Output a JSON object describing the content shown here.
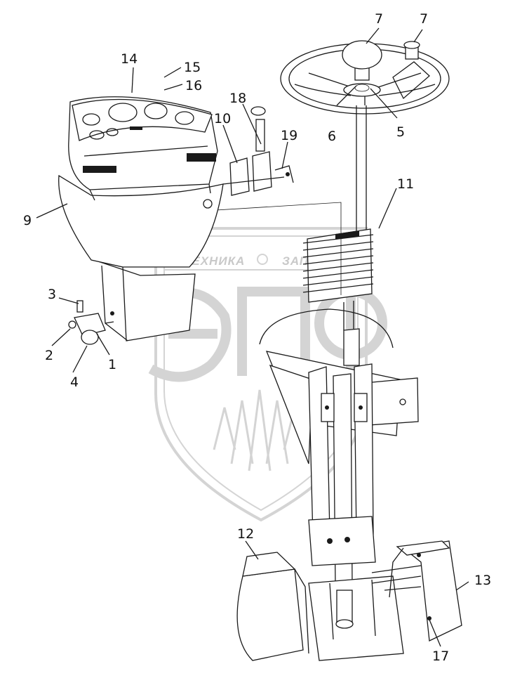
{
  "watermark": {
    "left_text": "ТЕХНИКА",
    "right_text": "ЗАПЧАСТИ",
    "big_letters": "ЭПФ"
  },
  "callouts": {
    "c1": "1",
    "c2": "2",
    "c3": "3",
    "c4": "4",
    "c5": "5",
    "c6": "6",
    "c7a": "7",
    "c7b": "7",
    "c9": "9",
    "c10": "10",
    "c11": "11",
    "c12": "12",
    "c13": "13",
    "c14": "14",
    "c15": "15",
    "c16": "16",
    "c17": "17",
    "c18": "18",
    "c19": "19"
  },
  "colors": {
    "line": "#1a1a1a",
    "watermark": "#d4d4d4",
    "background": "#ffffff"
  }
}
